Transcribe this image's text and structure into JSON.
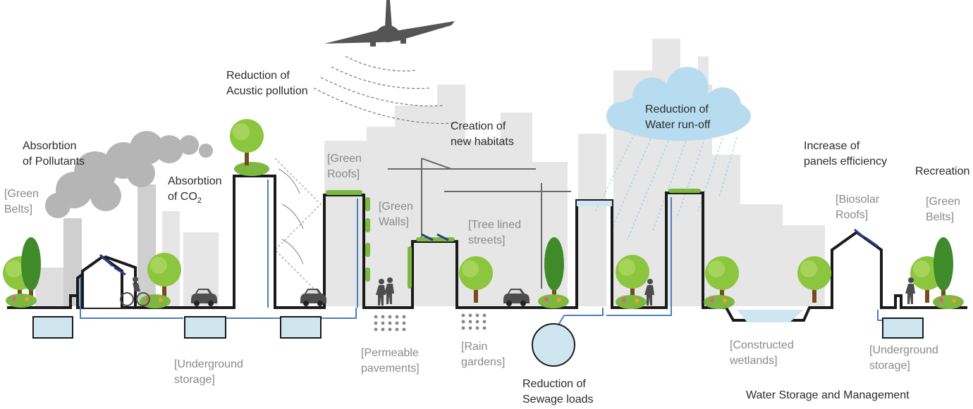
{
  "labels": {
    "absorption_pollutants": "Absorbtion\nof Pollutants",
    "green_belts_left": "[Green\nBelts]",
    "absorption_co2_main": "Absorbtion\nof CO",
    "absorption_co2_sub": "2",
    "acoustic": "Reduction of\nAcustic pollution",
    "green_roofs": "[Green\nRoofs]",
    "green_walls": "[Green\nWalls]",
    "habitats": "Creation of\nnew habitats",
    "tree_lined": "[Tree lined\nstreets]",
    "runoff": "Reduction of\nWater run-off",
    "panels": "Increase of\npanels efficiency",
    "recreation": "Recreation",
    "biosolar": "[Biosolar\nRoofs]",
    "green_belts_right": "[Green\nBelts]",
    "underground_left": "[Underground\nstorage]",
    "permeable": "[Permeable\npavements]",
    "rain_gardens": "[Rain\ngardens]",
    "sewage": "Reduction of\nSewage loads",
    "wetlands": "[Constructed\nwetlands]",
    "underground_right": "[Underground\nstorage]",
    "water_storage": "Water Storage and Management"
  },
  "icons": [
    "airplane-icon",
    "cloud-icon",
    "smoke-icon",
    "crane-icon",
    "car-icon",
    "cyclist-icon",
    "pedestrian-icon",
    "runner-icon",
    "tree-icon",
    "solar-panel-icon",
    "water-tank-icon"
  ],
  "colors": {
    "ground": "#1a1a1a",
    "water_pipe": "#4a7fc1",
    "water_fill": "#cfe6f1",
    "tree_green": "#7cb83f",
    "tree_dark": "#3f8b2a",
    "skyline": "#e3e3e3",
    "label_dark": "#2b2b2b",
    "label_grey": "#8a8a8a"
  }
}
